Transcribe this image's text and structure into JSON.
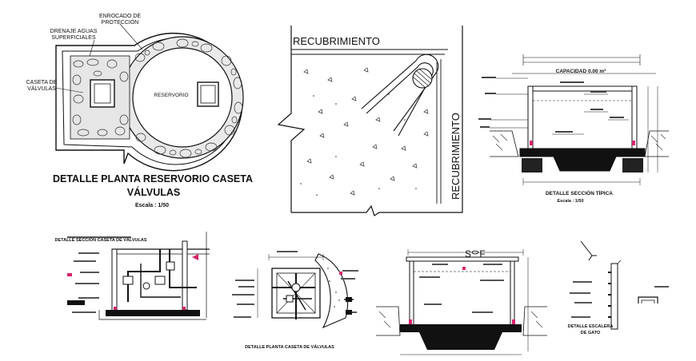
{
  "plan": {
    "title_line1": "DETALLE PLANTA  RESERVORIO CASETA",
    "title_line2": "VÁLVULAS",
    "scale": "Escala : 1/50",
    "label_enrocado_1": "ENROCADO DE",
    "label_enrocado_2": "PROTECCIÓN",
    "label_drenaje_1": "DRENAJE AGUAS",
    "label_drenaje_2": "SUPERFICIALES",
    "label_caseta_1": "CASETA DE",
    "label_caseta_2": "VÁLVULAS",
    "label_reservorio": "RESERVORIO"
  },
  "corner_detail": {
    "label_top": "RECUBRIMIENTO",
    "label_side": "RECUBRIMIENTO"
  },
  "section_typical": {
    "capacity": "CAPACIDAD 0.00 m³",
    "title": "DETALLE SECCIÓN TÍPICA",
    "scale": "Escala : 1/50"
  },
  "valve_section": {
    "title": "DETALLE SECCIÓN CASETA DE VÁLVULAS"
  },
  "valve_plan": {
    "title": "DETALLE PLANTA CASETA DE VÁLVULAS"
  },
  "ladder": {
    "title_line1": "DETALLE ESCALERA",
    "title_line2": "DE GATO"
  }
}
